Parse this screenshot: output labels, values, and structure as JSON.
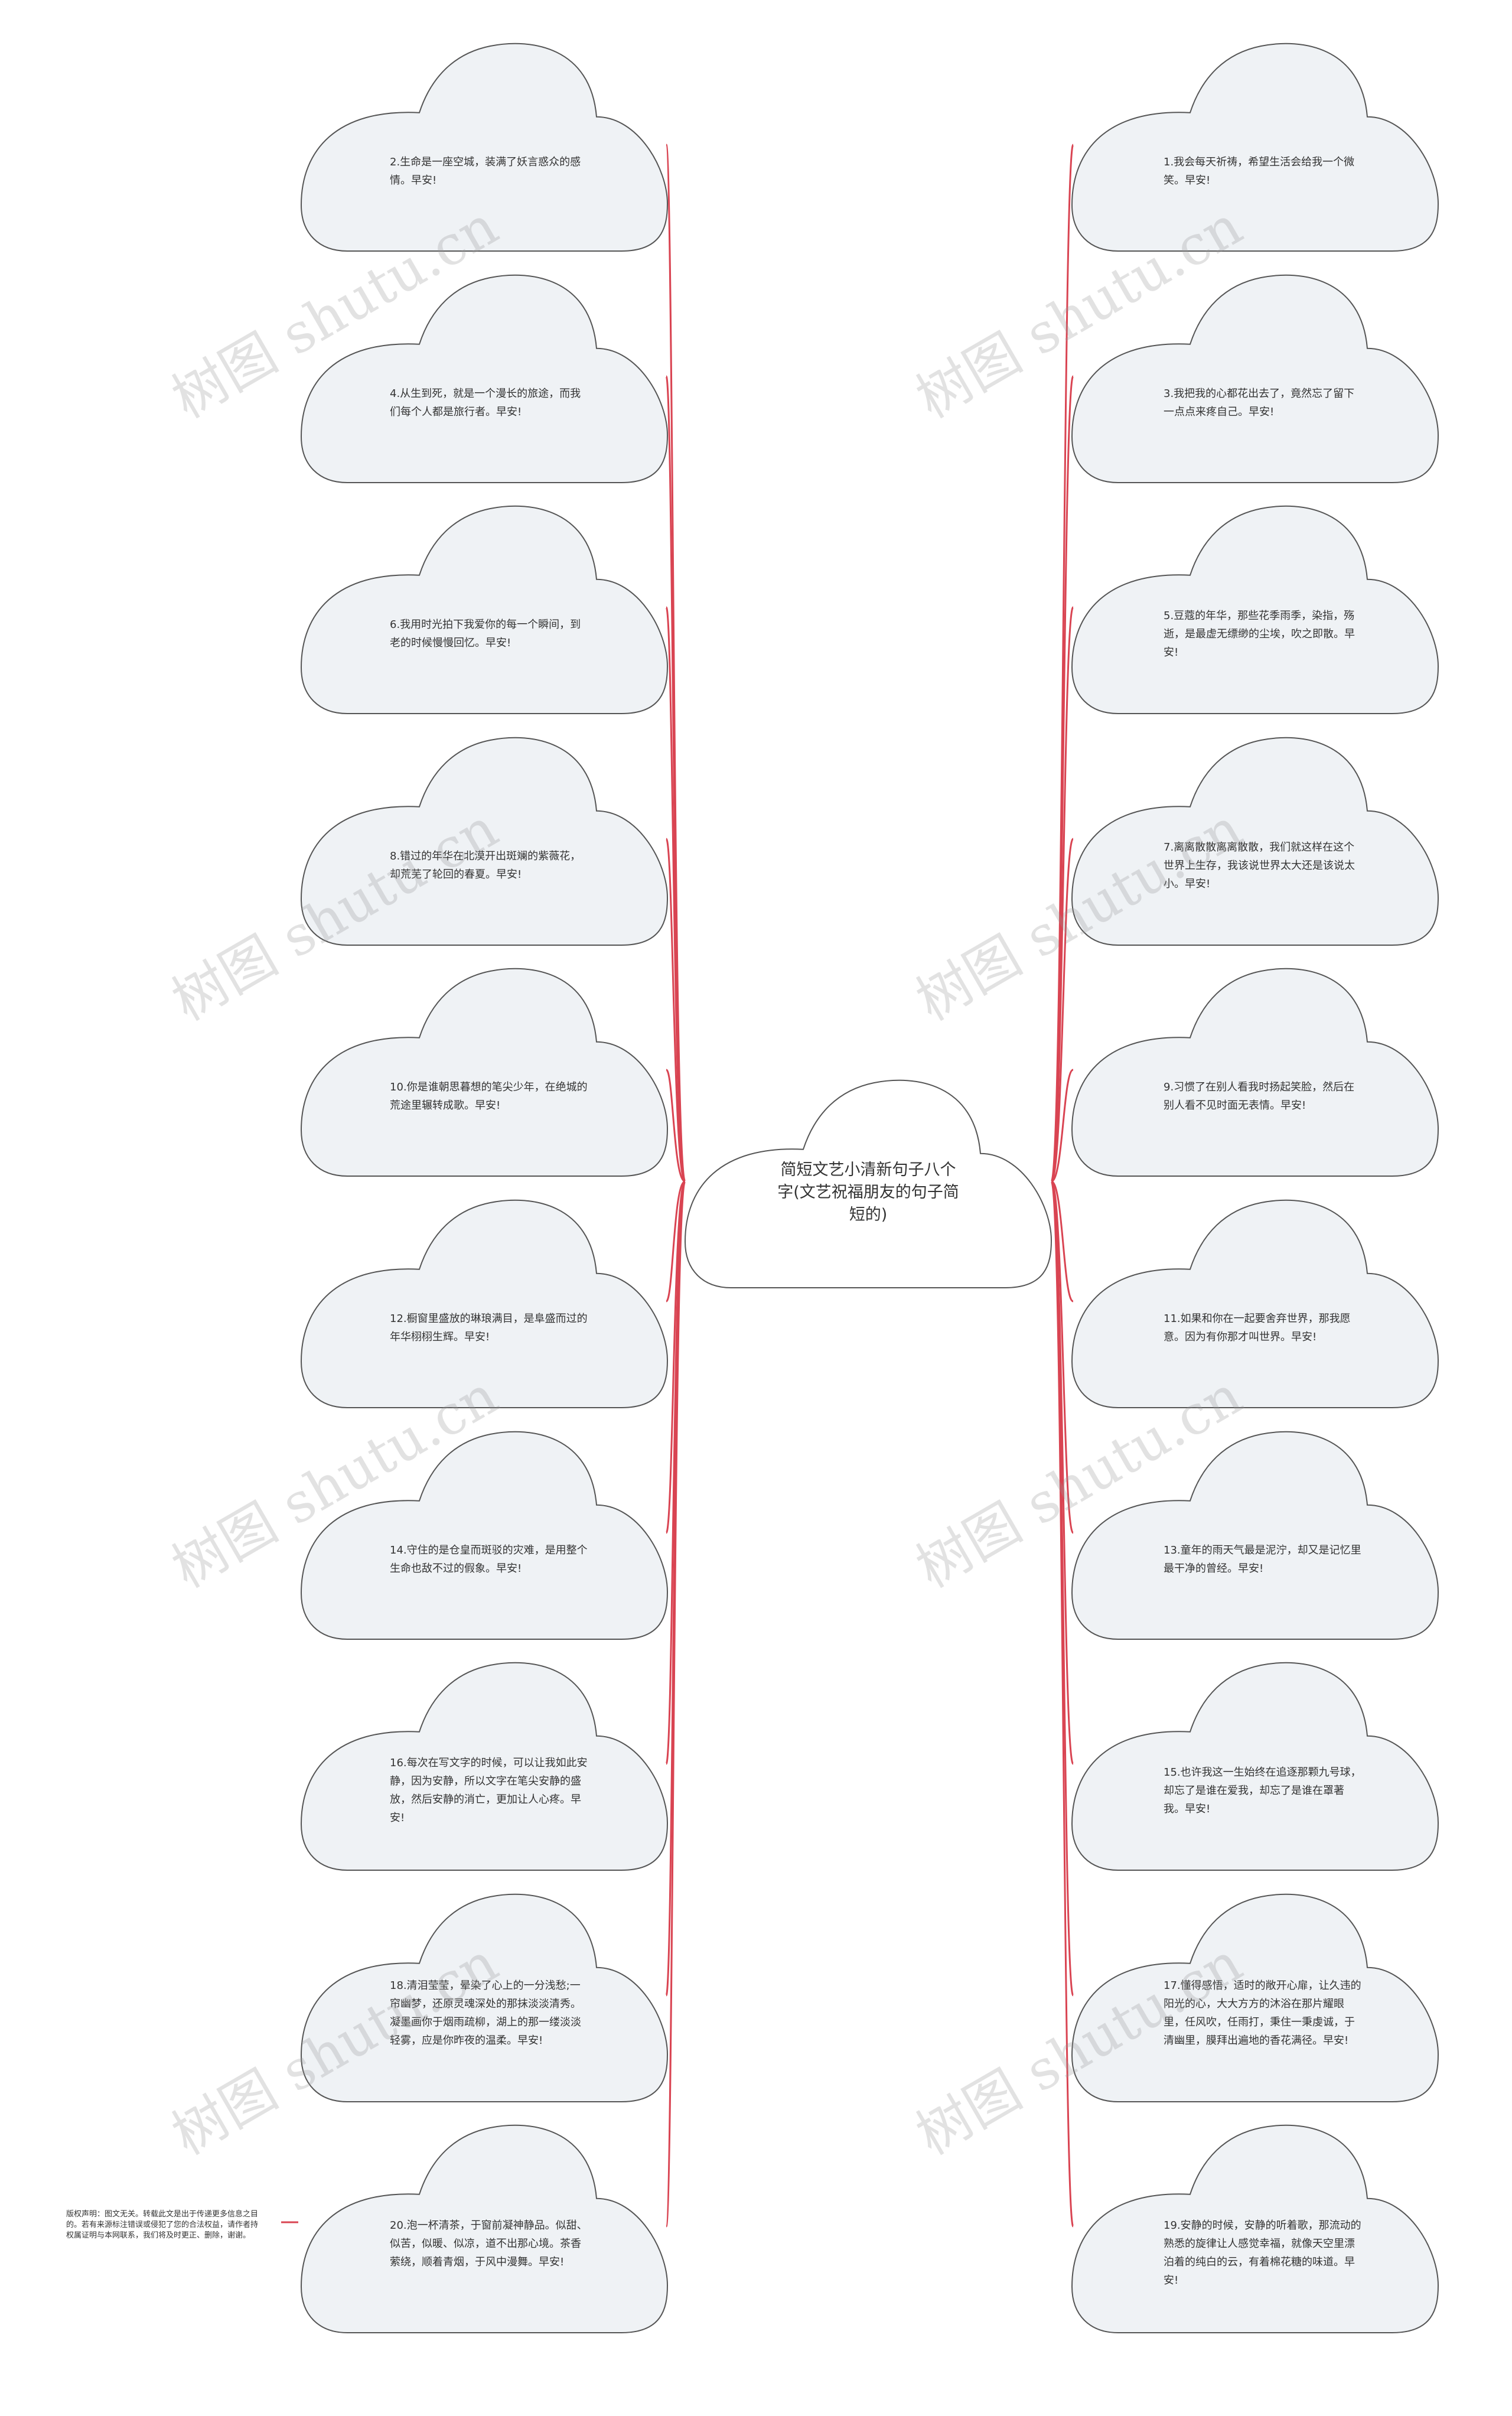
{
  "center": {
    "title": "简短文艺小清新句子八个字(文艺祝福朋友的句子简短的)"
  },
  "colors": {
    "connector": "#d94452",
    "cloud_fill": "#eff2f5",
    "cloud_stroke": "#555555",
    "center_fill": "#ffffff"
  },
  "left_nodes": [
    {
      "text": "2.生命是一座空城，装满了妖言惑众的感情。早安!"
    },
    {
      "text": "4.从生到死，就是一个漫长的旅途，而我们每个人都是旅行者。早安!"
    },
    {
      "text": "6.我用时光拍下我爱你的每一个瞬间，到老的时候慢慢回忆。早安!"
    },
    {
      "text": "8.错过的年华在北漠开出斑斓的紫薇花，却荒芜了轮回的春夏。早安!"
    },
    {
      "text": "10.你是谁朝思暮想的笔尖少年，在绝城的荒途里辗转成歌。早安!"
    },
    {
      "text": "12.橱窗里盛放的琳琅满目，是阜盛而过的年华栩栩生辉。早安!"
    },
    {
      "text": "14.守住的是仓皇而斑驳的灾难，是用整个生命也敌不过的假象。早安!"
    },
    {
      "text": "16.每次在写文字的时候，可以让我如此安静，因为安静，所以文字在笔尖安静的盛放，然后安静的消亡，更加让人心疼。早安!"
    },
    {
      "text": "18.清泪莹莹，晕染了心上的一分浅愁;一帘幽梦，还原灵魂深处的那抹淡淡清秀。凝墨画你于烟雨疏柳，湖上的那一缕淡淡轻雾，应是你昨夜的温柔。早安!"
    },
    {
      "text": "20.泡一杯清茶，于窗前凝神静品。似甜、似苦，似暖、似凉，道不出那心境。茶香萦绕，顺着青烟，于风中漫舞。早安!"
    }
  ],
  "right_nodes": [
    {
      "text": "1.我会每天祈祷，希望生活会给我一个微笑。早安!"
    },
    {
      "text": "3.我把我的心都花出去了，竟然忘了留下一点点来疼自己。早安!"
    },
    {
      "text": "5.豆蔻的年华，那些花季雨季，染指，殇逝，是最虚无缥缈的尘埃，吹之即散。早安!"
    },
    {
      "text": "7.离离散散离离散散，我们就这样在这个世界上生存，我该说世界太大还是该说太小。早安!"
    },
    {
      "text": "9.习惯了在别人看我时扬起笑脸，然后在别人看不见时面无表情。早安!"
    },
    {
      "text": "11.如果和你在一起要舍弃世界，那我愿意。因为有你那才叫世界。早安!"
    },
    {
      "text": "13.童年的雨天气最是泥泞，却又是记忆里最干净的曾经。早安!"
    },
    {
      "text": "15.也许我这一生始终在追逐那颗九号球，却忘了是谁在爱我，却忘了是谁在罩著我。早安!"
    },
    {
      "text": "17.懂得感悟，适时的敞开心扉，让久违的阳光的心，大大方方的沐浴在那片耀眼里，任风吹，任雨打，秉住一秉虔诚，于清幽里，膜拜出遍地的香花满径。早安!"
    },
    {
      "text": "19.安静的时候，安静的听着歌，那流动的熟悉的旋律让人感觉幸福，就像天空里漂泊着的纯白的云，有着棉花糖的味道。早安!"
    }
  ],
  "disclaimer": {
    "text": "版权声明：图文无关。转载此文是出于传递更多信息之目的。若有来源标注错误或侵犯了您的合法权益，请作者持权属证明与本网联系，我们将及时更正、删除，谢谢。"
  },
  "watermark": {
    "text": "树图 shutu.cn"
  }
}
